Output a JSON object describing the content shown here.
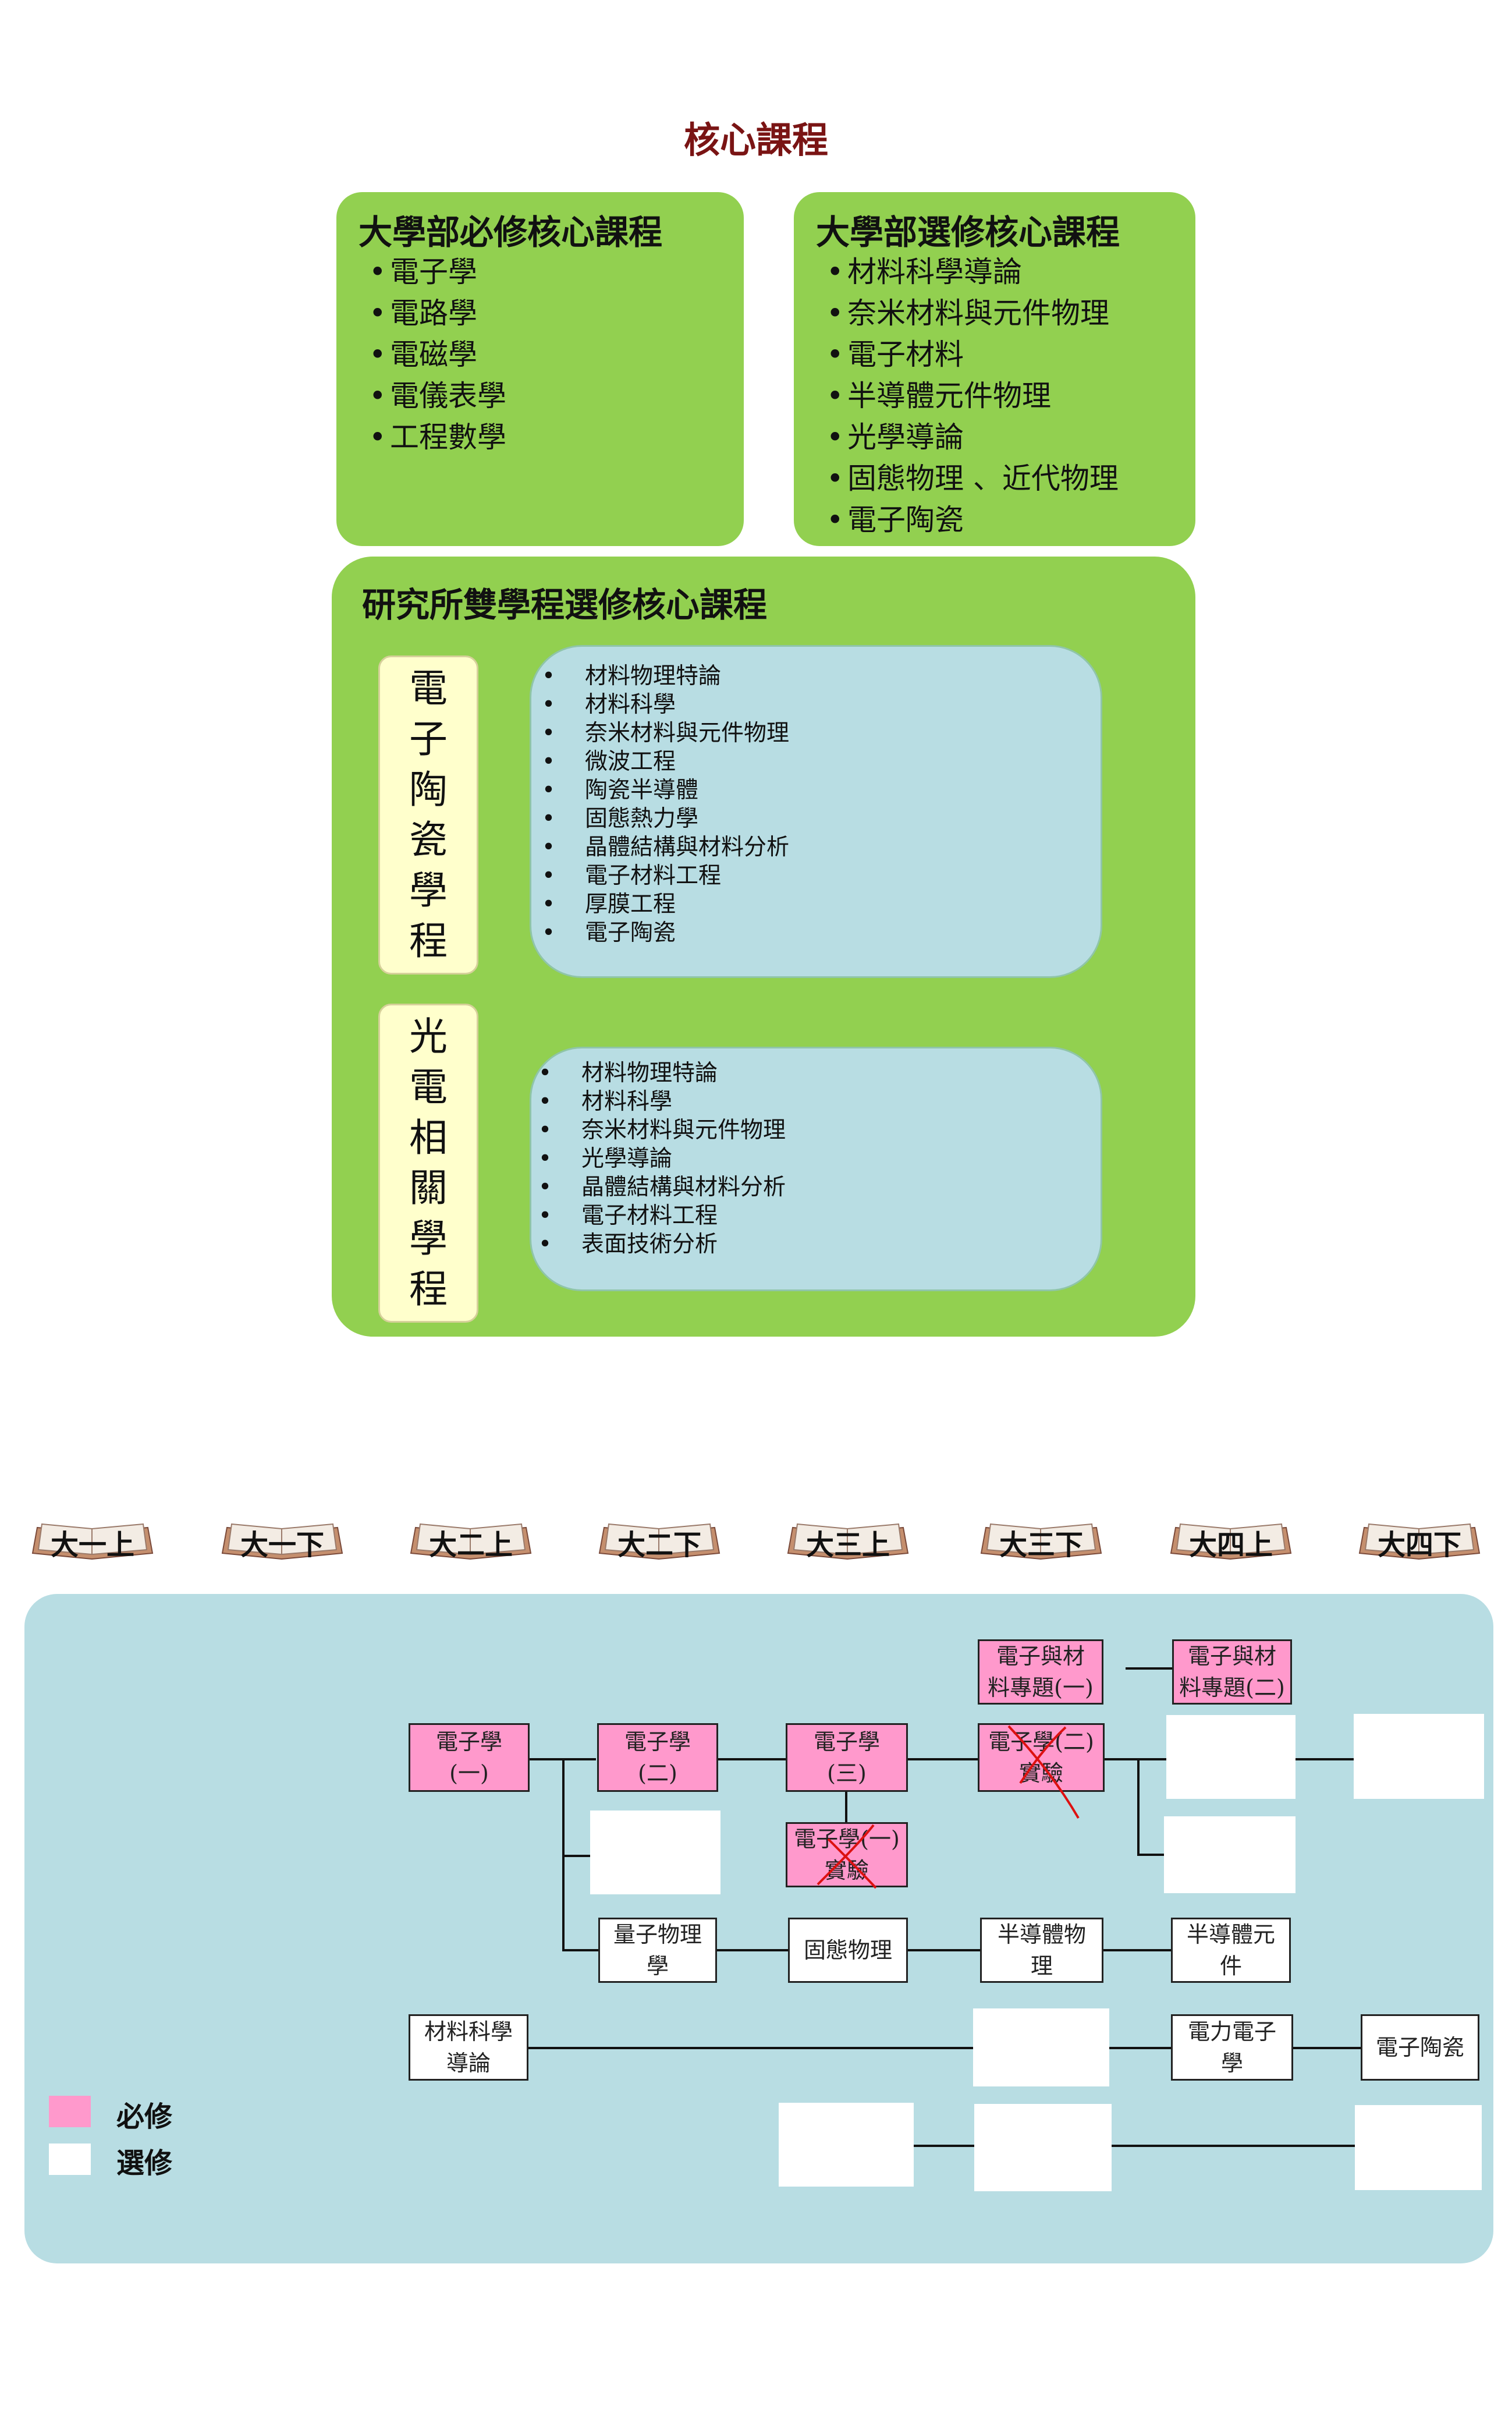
{
  "title": "核心課程",
  "undergrad_required": {
    "title": "大學部必修核心課程",
    "items": [
      "電子學",
      "電路學",
      "電磁學",
      "電儀表學",
      "工程數學"
    ]
  },
  "undergrad_elective": {
    "title": "大學部選修核心課程",
    "items": [
      "材料科學導論",
      "奈米材料與元件物理",
      "電子材料",
      "半導體元件物理",
      "光學導論",
      "固態物理 、近代物理",
      "電子陶瓷"
    ]
  },
  "graduate": {
    "title": "研究所雙學程選修核心課程",
    "programs": [
      {
        "name": [
          "電",
          "子",
          "陶",
          "瓷",
          "學",
          "程"
        ],
        "courses": [
          "材料物理特論",
          "材料科學",
          "奈米材料與元件物理",
          "微波工程",
          "陶瓷半導體",
          "固態熱力學",
          "晶體結構與材料分析",
          "電子材料工程",
          "厚膜工程",
          "電子陶瓷"
        ]
      },
      {
        "name": [
          "光",
          "電",
          "相",
          "關",
          "學",
          "程"
        ],
        "courses": [
          "材料物理特論",
          "材料科學",
          "奈米材料與元件物理",
          "光學導論",
          "晶體結構與材料分析",
          "電子材料工程",
          "表面技術分析"
        ]
      }
    ]
  },
  "semesters": [
    "大一上",
    "大一下",
    "大二上",
    "大二下",
    "大三上",
    "大三下",
    "大四上",
    "大四下"
  ],
  "flow": {
    "nodes": {
      "elec1": [
        "電子學",
        "(一)"
      ],
      "elec2": [
        "電子學",
        "(二)"
      ],
      "elec3": [
        "電子學",
        "(三)"
      ],
      "proj1": [
        "電子與材",
        "料專題(一)"
      ],
      "proj2": [
        "電子與材",
        "料專題(二)"
      ],
      "lab2": [
        "電子學(二)",
        "實驗"
      ],
      "lab1": [
        "電子學(一)",
        "實驗"
      ],
      "quantum": [
        "量子物理",
        "學"
      ],
      "solid": [
        "固態物理"
      ],
      "semi_phys": [
        "半導體物",
        "理"
      ],
      "semi_dev": [
        "半導體元",
        "件"
      ],
      "mat_intro": [
        "材料科學",
        "導論"
      ],
      "power": [
        "電力電子",
        "學"
      ],
      "ceramic": [
        "電子陶瓷"
      ]
    },
    "colors": {
      "required": "#ff99cc",
      "elective": "#ffffff",
      "background": "#b8dde3"
    }
  },
  "legend": [
    {
      "label": "必修",
      "color": "#ff99cc"
    },
    {
      "label": "選修",
      "color": "#ffffff"
    }
  ]
}
